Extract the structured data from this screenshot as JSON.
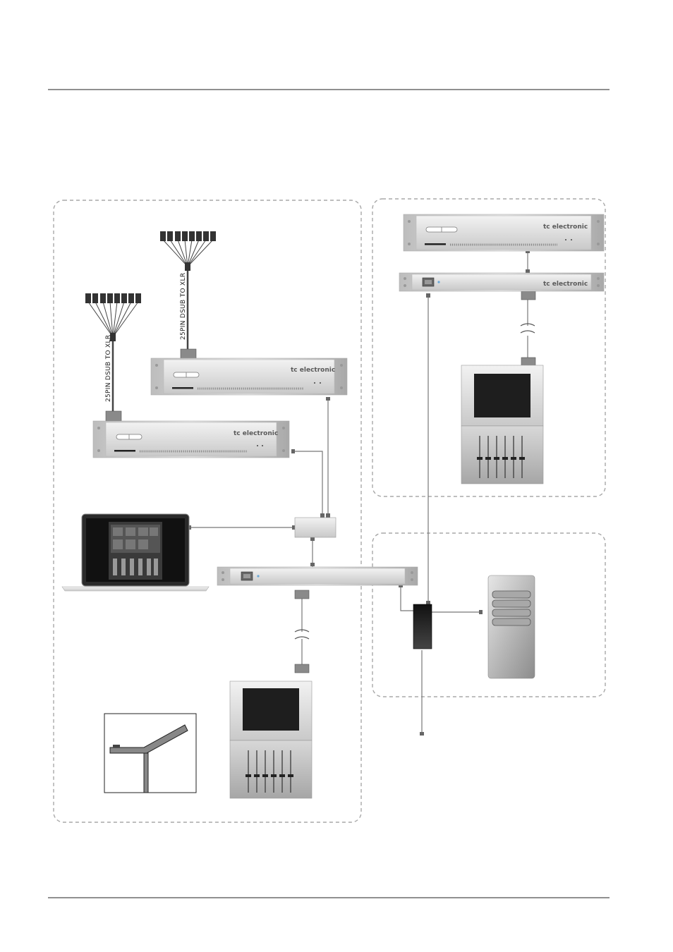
{
  "brand": "tc electronic",
  "cable_labels": {
    "left": "25PIN DSUB TO XLR",
    "right": "25PIN DSUB TO XLR"
  },
  "colors": {
    "rule": "#222222",
    "dashed_border": "#a8a8a8",
    "device_silver": "#dcdcdc",
    "screen": "#1e1e1e",
    "cable": "#777777"
  },
  "icons": {
    "laptop": "laptop-icon",
    "server": "server-tower-icon",
    "stand": "console-stand-icon",
    "switch": "network-switch-icon"
  }
}
